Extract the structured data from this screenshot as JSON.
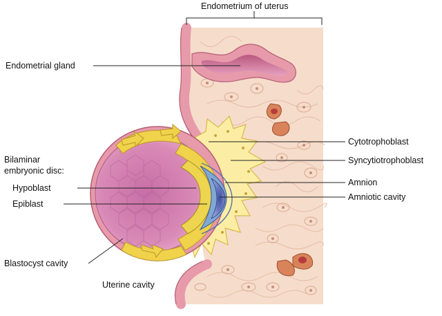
{
  "labels": {
    "endometrium": "Endometrium of uterus",
    "endometrial_gland": "Endometrial gland",
    "bilaminar_line1": "Bilaminar",
    "bilaminar_line2": "embryonic disc:",
    "hypoblast": "Hypoblast",
    "epiblast": "Epiblast",
    "blastocyst_cavity": "Blastocyst cavity",
    "uterine_cavity": "Uterine cavity",
    "cytotrophoblast": "Cytotrophoblast",
    "syncytiotrophoblast": "Syncytiotrophoblast",
    "amnion": "Amnion",
    "amniotic_cavity": "Amniotic cavity"
  },
  "colors": {
    "endometrium_stroma": "#f6dccb",
    "epithelium": "#e79aaa",
    "blastocyst": "#d98ab6",
    "cytotrophoblast": "#f0d34a",
    "syncytiotrophoblast": "#fbeea4",
    "epiblast": "#7fa8d4",
    "hypoblast": "#eed54f",
    "blood_vessel": "#d9835a"
  }
}
